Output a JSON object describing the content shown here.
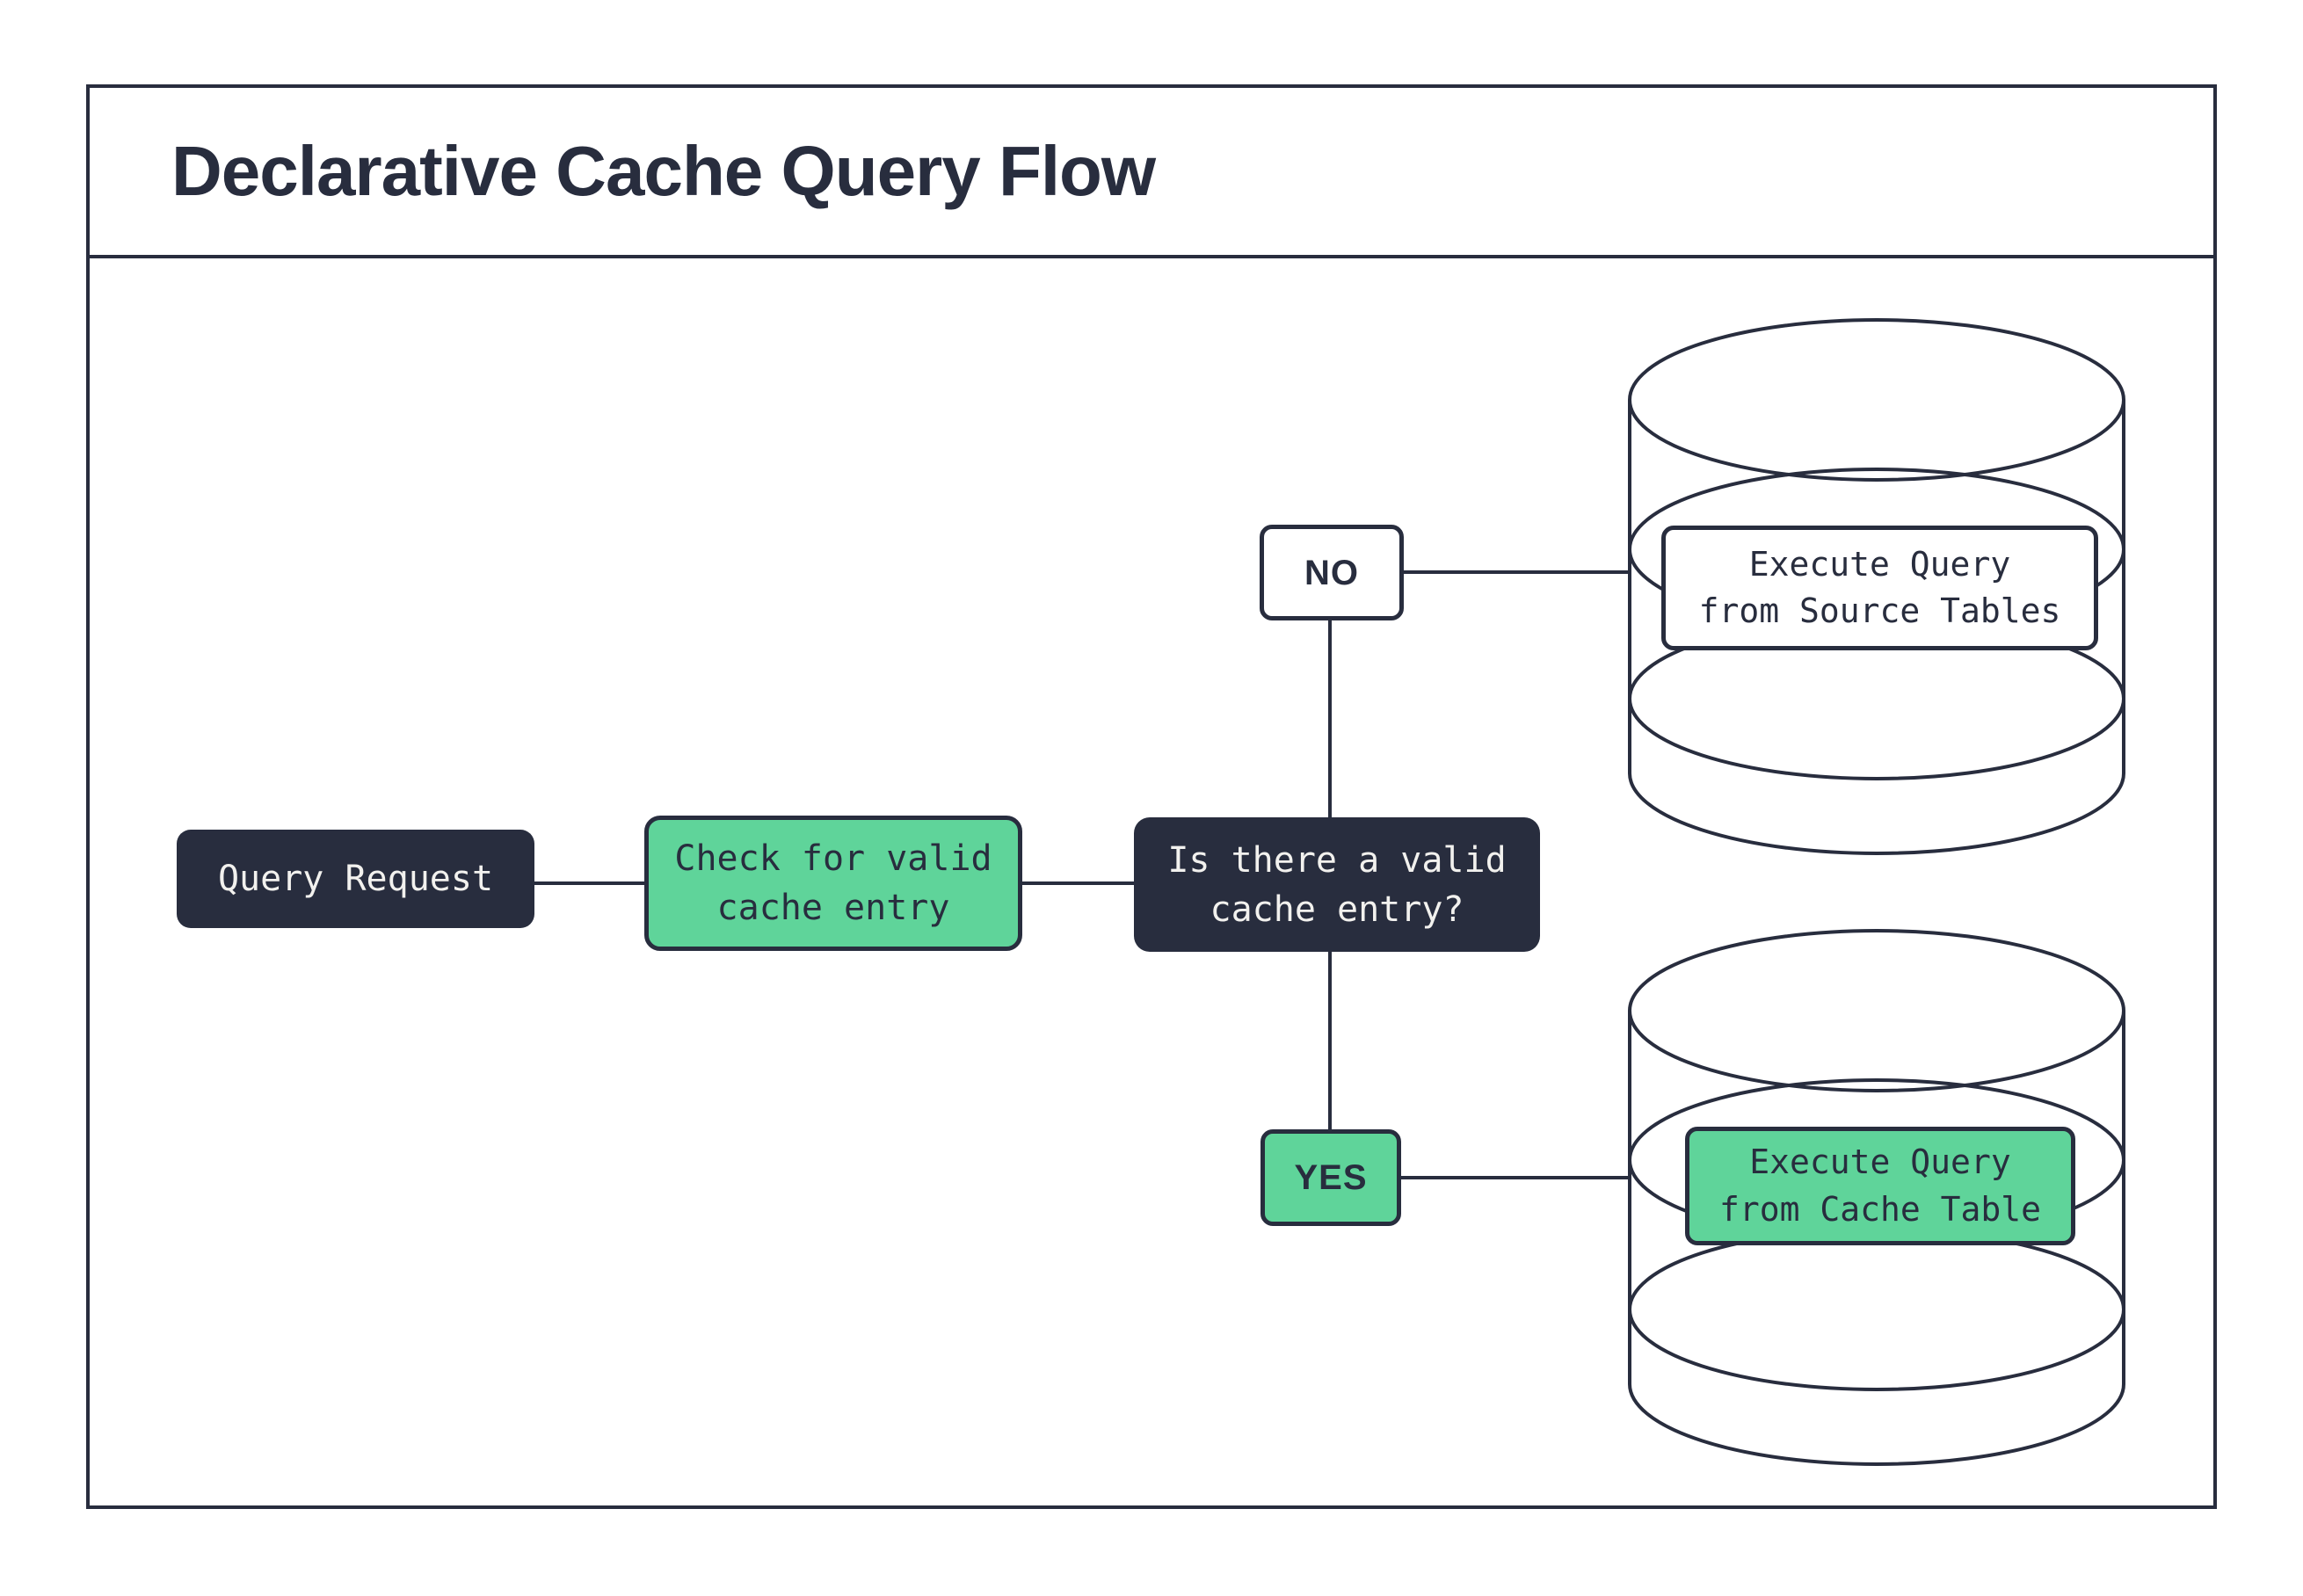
{
  "title": "Declarative Cache Query Flow",
  "colors": {
    "dark_navy": "#282d3e",
    "mint_green": "#5fd49a",
    "white": "#ffffff",
    "light_text": "#f2f1ee"
  },
  "nodes": {
    "query_request": {
      "label": "Query Request"
    },
    "check_cache": {
      "label": "Check for valid\ncache entry"
    },
    "decision": {
      "label": "Is there a valid\ncache entry?"
    },
    "branch_no": {
      "label": "NO"
    },
    "branch_yes": {
      "label": "YES"
    },
    "source_db_action": {
      "label": "Execute Query\nfrom Source Tables"
    },
    "cache_db_action": {
      "label": "Execute Query\nfrom Cache Table"
    }
  }
}
